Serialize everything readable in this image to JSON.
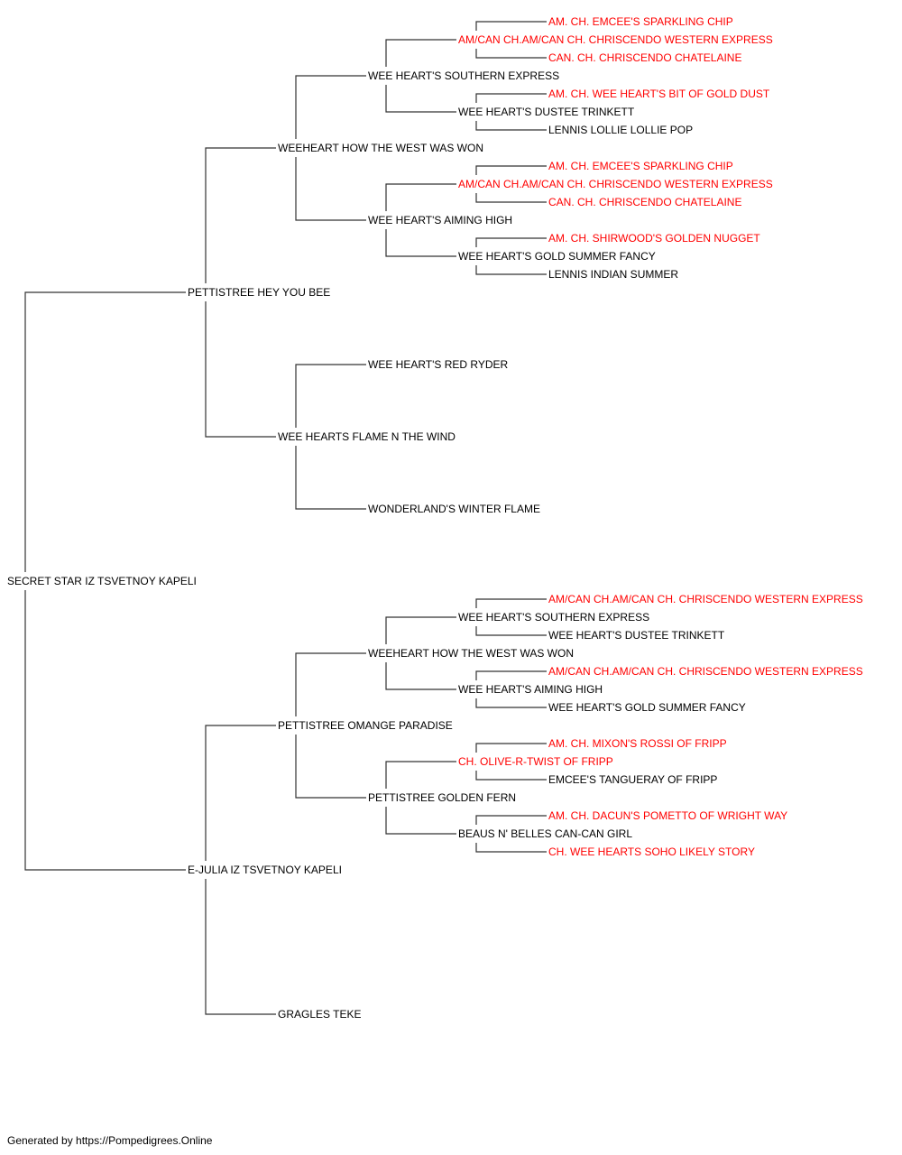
{
  "colors": {
    "normal": "#000000",
    "champion": "#ff0000",
    "line": "#333333"
  },
  "subject": "SECRET STAR IZ TSVETNOY KAPELI",
  "sire": {
    "name": "PETTISTREE HEY YOU BEE",
    "sire": {
      "name": "WEEHEART HOW THE WEST WAS WON",
      "sire": {
        "name": "WEE HEART'S SOUTHERN EXPRESS",
        "sire": {
          "name": "AM/CAN CH.AM/CAN CH. CHRISCENDO WESTERN EXPRESS",
          "champion": true,
          "sire": {
            "name": "AM. CH. EMCEE'S SPARKLING CHIP",
            "champion": true
          },
          "dam": {
            "name": "CAN. CH. CHRISCENDO CHATELAINE",
            "champion": true
          }
        },
        "dam": {
          "name": "WEE HEART'S DUSTEE TRINKETT",
          "sire": {
            "name": "AM. CH. WEE HEART'S BIT OF GOLD DUST",
            "champion": true
          },
          "dam": {
            "name": "LENNIS LOLLIE LOLLIE POP"
          }
        }
      },
      "dam": {
        "name": "WEE HEART'S AIMING HIGH",
        "sire": {
          "name": "AM/CAN CH.AM/CAN CH. CHRISCENDO WESTERN EXPRESS",
          "champion": true,
          "sire": {
            "name": "AM. CH. EMCEE'S SPARKLING CHIP",
            "champion": true
          },
          "dam": {
            "name": "CAN. CH. CHRISCENDO CHATELAINE",
            "champion": true
          }
        },
        "dam": {
          "name": "WEE HEART'S GOLD SUMMER FANCY",
          "sire": {
            "name": "AM. CH. SHIRWOOD'S GOLDEN NUGGET",
            "champion": true
          },
          "dam": {
            "name": "LENNIS INDIAN SUMMER"
          }
        }
      }
    },
    "dam": {
      "name": "WEE HEARTS FLAME N THE WIND",
      "sire": {
        "name": "WEE HEART'S RED RYDER"
      },
      "dam": {
        "name": "WONDERLAND'S WINTER FLAME"
      }
    }
  },
  "dam": {
    "name": "E-JULIA IZ TSVETNOY KAPELI",
    "sire": {
      "name": "PETTISTREE OMANGE PARADISE",
      "sire": {
        "name": "WEEHEART HOW THE WEST WAS WON",
        "sire": {
          "name": "WEE HEART'S SOUTHERN EXPRESS",
          "sire": {
            "name": "AM/CAN CH.AM/CAN CH. CHRISCENDO WESTERN EXPRESS",
            "champion": true
          },
          "dam": {
            "name": "WEE HEART'S DUSTEE TRINKETT"
          }
        },
        "dam": {
          "name": "WEE HEART'S AIMING HIGH",
          "sire": {
            "name": "AM/CAN CH.AM/CAN CH. CHRISCENDO WESTERN EXPRESS",
            "champion": true
          },
          "dam": {
            "name": "WEE HEART'S GOLD SUMMER FANCY"
          }
        }
      },
      "dam": {
        "name": "PETTISTREE GOLDEN FERN",
        "sire": {
          "name": "CH. OLIVE-R-TWIST OF FRIPP",
          "champion": true,
          "sire": {
            "name": "AM. CH. MIXON'S ROSSI OF FRIPP",
            "champion": true
          },
          "dam": {
            "name": "EMCEE'S TANGUERAY OF FRIPP"
          }
        },
        "dam": {
          "name": "BEAUS N' BELLES CAN-CAN GIRL",
          "sire": {
            "name": "AM. CH. DACUN'S POMETTO OF WRIGHT WAY",
            "champion": true
          },
          "dam": {
            "name": "CH. WEE HEARTS SOHO LIKELY STORY",
            "champion": true
          }
        }
      }
    },
    "dam": {
      "name": "GRAGLES TEKE"
    }
  },
  "footer": "Generated by https://Pompedigrees.Online"
}
